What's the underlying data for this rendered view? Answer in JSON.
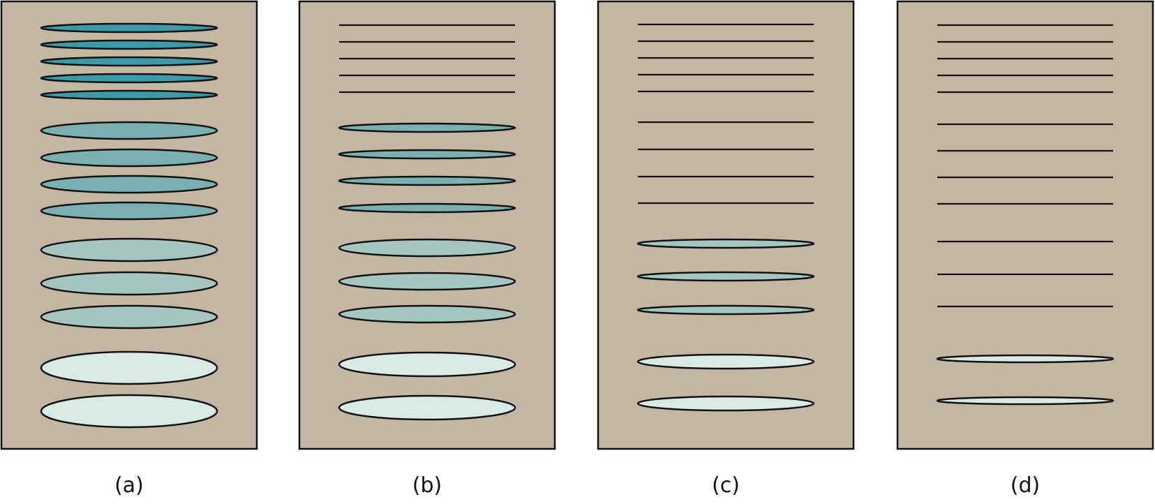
{
  "colors": {
    "background": "#ffffff",
    "panel_fill": "#c4b6a5",
    "outline": "#111111",
    "band_dark": "#3b9aa3",
    "band_medium": "#7ab0b0",
    "band_light": "#a4c6bf",
    "band_pale": "#dbe9e4"
  },
  "panels": [
    {
      "label": "(a)",
      "bands": [
        {
          "kind": "ellipse",
          "shade": "dark"
        },
        {
          "kind": "ellipse",
          "shade": "dark"
        },
        {
          "kind": "ellipse",
          "shade": "dark"
        },
        {
          "kind": "ellipse",
          "shade": "dark"
        },
        {
          "kind": "ellipse",
          "shade": "dark"
        },
        {
          "kind": "ellipse",
          "shade": "medium"
        },
        {
          "kind": "ellipse",
          "shade": "medium"
        },
        {
          "kind": "ellipse",
          "shade": "medium"
        },
        {
          "kind": "ellipse",
          "shade": "medium"
        },
        {
          "kind": "ellipse",
          "shade": "light"
        },
        {
          "kind": "ellipse",
          "shade": "light"
        },
        {
          "kind": "ellipse",
          "shade": "light"
        },
        {
          "kind": "ellipse",
          "shade": "pale"
        },
        {
          "kind": "ellipse",
          "shade": "pale"
        }
      ]
    },
    {
      "label": "(b)",
      "bands": [
        {
          "kind": "line"
        },
        {
          "kind": "line"
        },
        {
          "kind": "line"
        },
        {
          "kind": "line"
        },
        {
          "kind": "line"
        },
        {
          "kind": "ellipse",
          "shade": "medium"
        },
        {
          "kind": "ellipse",
          "shade": "medium"
        },
        {
          "kind": "ellipse",
          "shade": "medium"
        },
        {
          "kind": "ellipse",
          "shade": "medium"
        },
        {
          "kind": "ellipse",
          "shade": "light"
        },
        {
          "kind": "ellipse",
          "shade": "light"
        },
        {
          "kind": "ellipse",
          "shade": "light"
        },
        {
          "kind": "ellipse",
          "shade": "pale"
        },
        {
          "kind": "ellipse",
          "shade": "pale"
        }
      ]
    },
    {
      "label": "(c)",
      "bands": [
        {
          "kind": "line"
        },
        {
          "kind": "line"
        },
        {
          "kind": "line"
        },
        {
          "kind": "line"
        },
        {
          "kind": "line"
        },
        {
          "kind": "line"
        },
        {
          "kind": "line"
        },
        {
          "kind": "line"
        },
        {
          "kind": "line"
        },
        {
          "kind": "ellipse",
          "shade": "light"
        },
        {
          "kind": "ellipse",
          "shade": "light"
        },
        {
          "kind": "ellipse",
          "shade": "light"
        },
        {
          "kind": "ellipse",
          "shade": "pale"
        },
        {
          "kind": "ellipse",
          "shade": "pale"
        }
      ]
    },
    {
      "label": "(d)",
      "bands": [
        {
          "kind": "line"
        },
        {
          "kind": "line"
        },
        {
          "kind": "line"
        },
        {
          "kind": "line"
        },
        {
          "kind": "line"
        },
        {
          "kind": "line"
        },
        {
          "kind": "line"
        },
        {
          "kind": "line"
        },
        {
          "kind": "line"
        },
        {
          "kind": "line"
        },
        {
          "kind": "line"
        },
        {
          "kind": "line"
        },
        {
          "kind": "ellipse",
          "shade": "pale"
        },
        {
          "kind": "ellipse",
          "shade": "pale"
        }
      ]
    }
  ]
}
